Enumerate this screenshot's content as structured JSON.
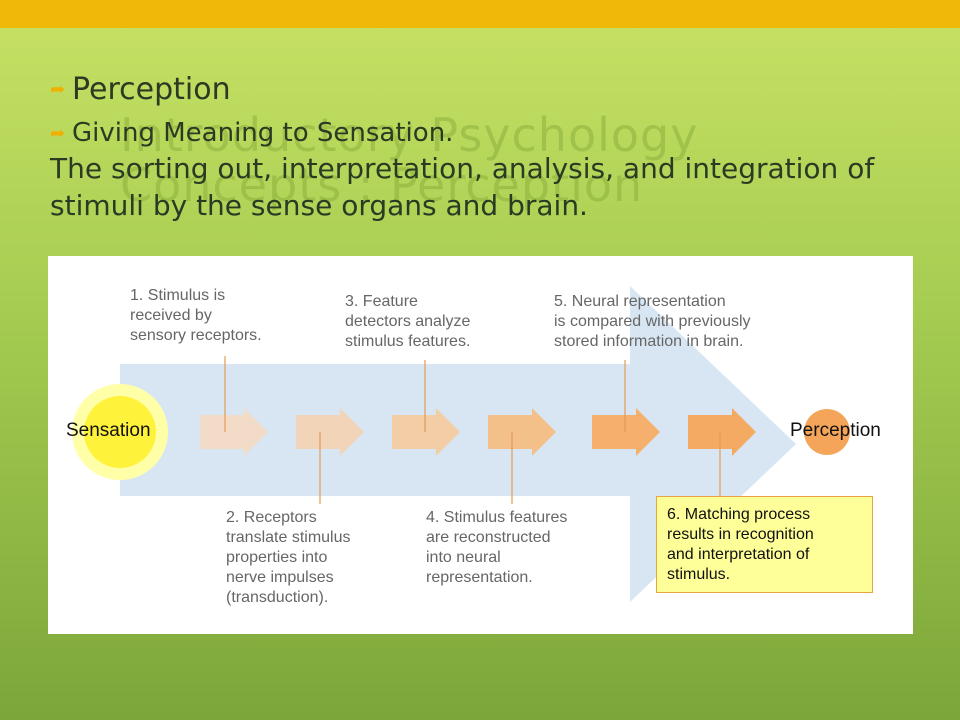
{
  "slide": {
    "background_title": "Introductory Psychology Concepts : Perception",
    "bullets": [
      "Perception",
      "Giving Meaning to Sensation."
    ],
    "bullet_icon": "curved-arrow-bullet-icon",
    "definition": "The sorting out, interpretation, analysis, and integration of stimuli by the sense organs and brain.",
    "colors": {
      "top_bar": "#f0b90a",
      "bullet": "#f0b000",
      "note_fill": "#ffff99"
    }
  },
  "diagram": {
    "start_label": "Sensation",
    "end_label": "Perception",
    "steps": [
      "1. Stimulus is received by sensory receptors.",
      "2. Receptors translate stimulus properties into nerve impulses (transduction).",
      "3. Feature detectors analyze stimulus features.",
      "4. Stimulus features are reconstructed into neural representation.",
      "5. Neural representation is compared with previously stored information in brain.",
      "6. Matching process results in recognition and interpretation of stimulus."
    ],
    "note_lines": {
      "s1": [
        "1. Stimulus is",
        "received by",
        "sensory receptors."
      ],
      "s2": [
        "2. Receptors",
        "translate stimulus",
        "properties into",
        "nerve impulses",
        "(transduction)."
      ],
      "s3": [
        "3. Feature",
        "detectors analyze",
        "stimulus features."
      ],
      "s4": [
        "4. Stimulus features",
        "are reconstructed",
        "into neural",
        "representation."
      ],
      "s5": [
        "5. Neural representation",
        "is compared with previously",
        "stored information in brain."
      ],
      "s6": [
        "6. Matching process",
        "results in recognition",
        "and interpretation of",
        "stimulus."
      ]
    }
  }
}
